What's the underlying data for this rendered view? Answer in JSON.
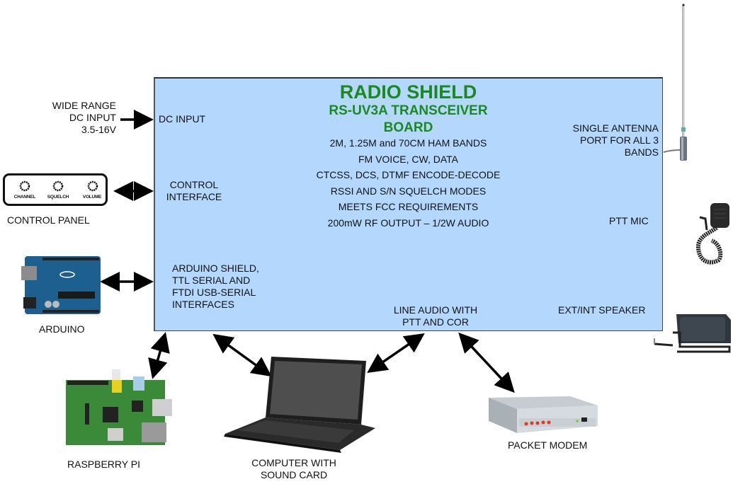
{
  "board": {
    "title": "RADIO SHIELD",
    "subtitle_line1": "RS-UV3A TRANSCEIVER",
    "subtitle_line2": "BOARD",
    "features": [
      "2M, 1.25M and 70CM HAM BANDS",
      "FM VOICE, CW, DATA",
      "CTCSS, DCS, DTMF ENCODE-DECODE",
      "RSSI AND S/N SQUELCH MODES",
      "MEETS FCC REQUIREMENTS",
      "200mW RF OUTPUT – 1/2W AUDIO"
    ],
    "ports": {
      "dc_input": "DC INPUT",
      "control_interface": [
        "CONTROL",
        "INTERFACE"
      ],
      "arduino_interfaces": [
        "ARDUINO SHIELD,",
        "TTL SERIAL AND",
        "FTDI USB-SERIAL",
        "INTERFACES"
      ],
      "line_audio": [
        "LINE AUDIO WITH",
        "PTT AND COR"
      ],
      "antenna_port": [
        "SINGLE ANTENNA",
        "PORT FOR ALL 3",
        "BANDS"
      ],
      "ptt_mic": "PTT MIC",
      "speaker": "EXT/INT SPEAKER"
    }
  },
  "external": {
    "dc_supply": [
      "WIDE RANGE",
      "DC INPUT",
      "3.5-16V"
    ],
    "control_panel": {
      "label": "CONTROL PANEL",
      "knobs": [
        "CHANNEL",
        "SQUELCH",
        "VOLUME"
      ]
    },
    "arduino": "ARDUINO",
    "raspberry_pi": "RASPBERRY PI",
    "computer": [
      "COMPUTER WITH",
      "SOUND CARD"
    ],
    "packet_modem": "PACKET MODEM"
  },
  "colors": {
    "board_fill": "#b4d8fd",
    "title_green": "#1a8a1f"
  }
}
